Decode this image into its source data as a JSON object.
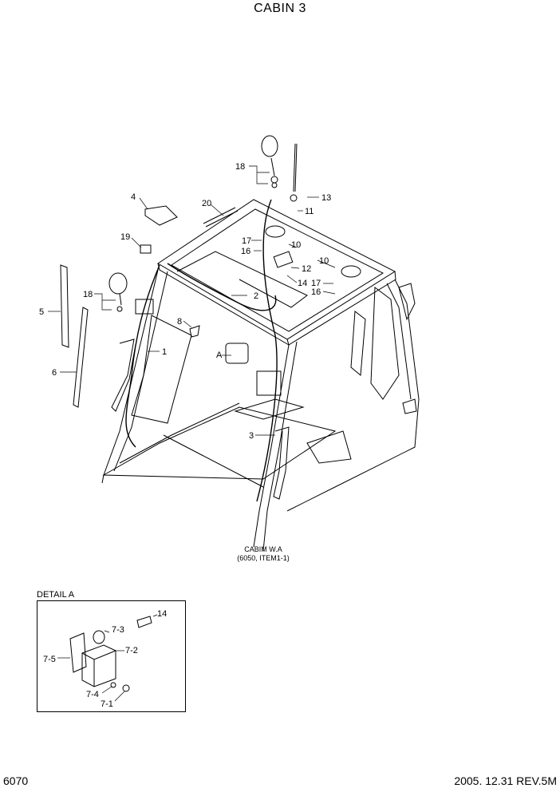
{
  "title": "CABIN 3",
  "caption": {
    "line1": "CABIM W.A",
    "line2": "(6050, ITEM1-1)"
  },
  "detail": {
    "title": "DETAIL A",
    "labels": [
      "14",
      "7-3",
      "7-2",
      "7-5",
      "7-4",
      "7-1"
    ]
  },
  "callouts": [
    "18",
    "13",
    "11",
    "4",
    "20",
    "17",
    "10",
    "16",
    "19",
    "12",
    "10",
    "14",
    "17",
    "16",
    "5",
    "18",
    "2",
    "8",
    "1",
    "A",
    "6",
    "3"
  ],
  "footer": {
    "page": "6070",
    "date_rev": "2005. 12.31  REV.5M"
  }
}
